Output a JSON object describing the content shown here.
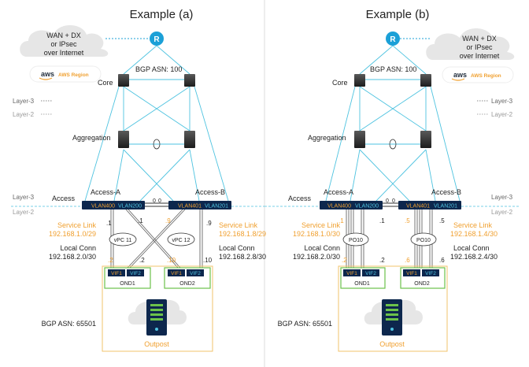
{
  "panels": [
    {
      "title": "Example (a)",
      "cloud_lines": [
        "WAN + DX",
        "or IPsec",
        "over Internet"
      ],
      "aws_logo": "aws",
      "aws_region": "AWS Region",
      "router_label": "R",
      "bgp_top": "BGP ASN: 100",
      "core_label": "Core",
      "agg_label": "Aggregation",
      "access_label": "Access",
      "access_a": "Access-A",
      "access_b": "Access-B",
      "layer3_top": "Layer-3",
      "layer2_top": "Layer-2",
      "layer3_bottom": "Layer-3",
      "layer2_bottom": "Layer-2",
      "vlan_a": [
        "VLAN400",
        "VLAN200"
      ],
      "vlan_b": [
        "VLAN401",
        "VLAN201"
      ],
      "port_ids": [
        "0",
        "0"
      ],
      "bundle_left": "vPC 11",
      "bundle_right": "vPC 12",
      "ip_top": [
        ".1",
        ".9",
        ".1",
        ".9"
      ],
      "ip_bottom": [
        ".2",
        ".2",
        ".10",
        ".10"
      ],
      "service_left": [
        "Service Link",
        "192.168.1.0/29"
      ],
      "service_right": [
        "Service Link",
        "192.168.1.8/29"
      ],
      "local_left": [
        "Local Conn",
        "192.168.2.0/30"
      ],
      "local_right": [
        "Local Conn",
        "192.168.2.8/30"
      ],
      "ond1": [
        "VIF1",
        "VIF2",
        "OND1"
      ],
      "ond2": [
        "VIF1",
        "VIF2",
        "OND2"
      ],
      "outpost_bgp": "BGP ASN: 65501",
      "outpost_label": "Outpost"
    },
    {
      "title": "Example (b)",
      "cloud_lines": [
        "WAN + DX",
        "or IPsec",
        "over Internet"
      ],
      "aws_logo": "aws",
      "aws_region": "AWS Region",
      "router_label": "R",
      "bgp_top": "BGP ASN: 100",
      "core_label": "Core",
      "agg_label": "Aggregation",
      "access_label": "Access",
      "access_a": "Access-A",
      "access_b": "Access-B",
      "layer3_top": "Layer-3",
      "layer2_top": "Layer-2",
      "layer3_bottom": "Layer-3",
      "layer2_bottom": "Layer-2",
      "vlan_a": [
        "VLAN400",
        "VLAN200"
      ],
      "vlan_b": [
        "VLAN401",
        "VLAN201"
      ],
      "port_ids": [
        "0",
        "0"
      ],
      "bundle_left": "PO10",
      "bundle_right": "PO10",
      "ip_top": [
        ".1",
        ".1",
        ".5",
        ".5"
      ],
      "ip_bottom": [
        ".2",
        ".2",
        ".6",
        ".6"
      ],
      "service_left": [
        "Service Link",
        "192.168.1.0/30"
      ],
      "service_right": [
        "Service Link",
        "192.168.1.4/30"
      ],
      "local_left": [
        "Local Conn",
        "192.168.2.0/30"
      ],
      "local_right": [
        "Local Conn",
        "192.168.2.4/30"
      ],
      "ond1": [
        "VIF1",
        "VIF2",
        "OND1"
      ],
      "ond2": [
        "VIF1",
        "VIF2",
        "OND2"
      ],
      "outpost_bgp": "BGP ASN: 65501",
      "outpost_label": "Outpost"
    }
  ],
  "colors": {
    "link": "#4ec3e0",
    "router": "#1ba0d7",
    "orange": "#f0a030",
    "green": "#6cc24a",
    "navy": "#0d274d",
    "text": "#222222",
    "gray": "#777777",
    "cloud": "#e6e6e6",
    "switch": "#2b2b2b"
  }
}
